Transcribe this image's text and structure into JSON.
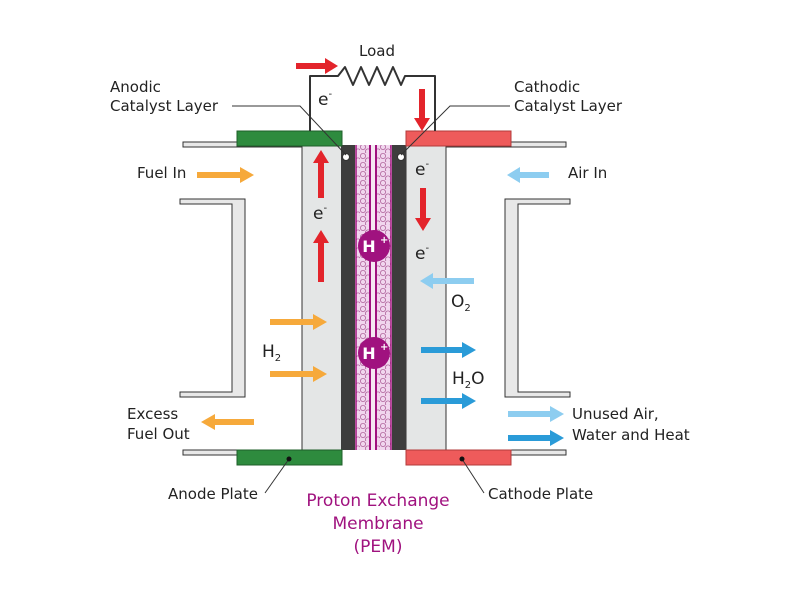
{
  "labels": {
    "load": "Load",
    "anodic_l1": "Anodic",
    "anodic_l2": "Catalyst Layer",
    "cathodic_l1": "Cathodic",
    "cathodic_l2": "Catalyst Layer",
    "fuel_in": "Fuel In",
    "air_in": "Air In",
    "excess_l1": "Excess",
    "excess_l2": "Fuel Out",
    "unused_l1": "Unused Air,",
    "unused_l2": "Water and Heat",
    "anode_plate": "Anode Plate",
    "cathode_plate": "Cathode Plate",
    "pem_l1": "Proton Exchange",
    "pem_l2": "Membrane",
    "pem_l3": "(PEM)"
  },
  "chem": {
    "electron": "e",
    "electron_sup": "-",
    "proton": "H",
    "proton_sup": "+",
    "h2_base": "H",
    "h2_sub": "2",
    "o2_base": "O",
    "o2_sub": "2",
    "h2o_h": "H",
    "h2o_sub": "2",
    "h2o_o": "O"
  },
  "colors": {
    "red_arrow": "#e3242b",
    "orange_arrow": "#f6a93b",
    "light_blue_arrow": "#8dcdf0",
    "blue_arrow": "#2a9bd8",
    "anode_plate": "#2e8b3e",
    "cathode_plate": "#ee5b5b",
    "proton": "#a0127f",
    "pem_text": "#a0127f",
    "catalyst": "#3d3d3d",
    "membrane_fill": "#f1d6ee",
    "electrode": "#e4e6e6"
  }
}
